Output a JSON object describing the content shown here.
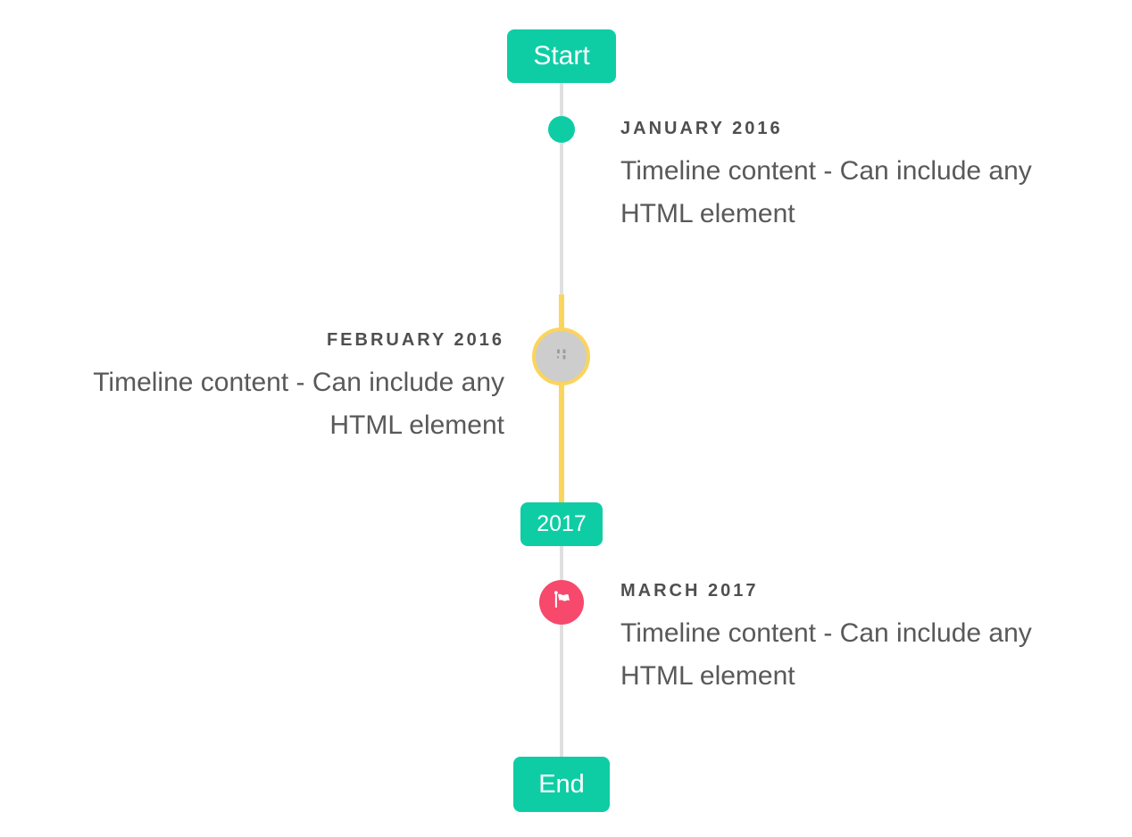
{
  "colors": {
    "page_bg": "#ffffff",
    "accent_teal": "#0ecda5",
    "highlight_yellow": "#fbd45c",
    "flag_pink": "#f6496c",
    "line_gray": "#e0e0e0",
    "image_gray": "#cdcdcd",
    "glyph_gray": "#9e9e9e",
    "title_text": "#4f4f4f",
    "body_text": "#595959",
    "badge_text": "#ffffff"
  },
  "timeline": {
    "start_badge": "Start",
    "year_badge": "2017",
    "end_badge": "End",
    "items": [
      {
        "title": "JANUARY 2016",
        "content": "Timeline content - Can include any HTML element",
        "side": "right",
        "marker": "dot"
      },
      {
        "title": "FEBRUARY 2016",
        "content": "Timeline content - Can include any HTML element",
        "side": "left",
        "marker": "image-placeholder"
      },
      {
        "title": "MARCH 2017",
        "content": "Timeline content - Can include any HTML element",
        "side": "right",
        "marker": "flag"
      }
    ]
  }
}
